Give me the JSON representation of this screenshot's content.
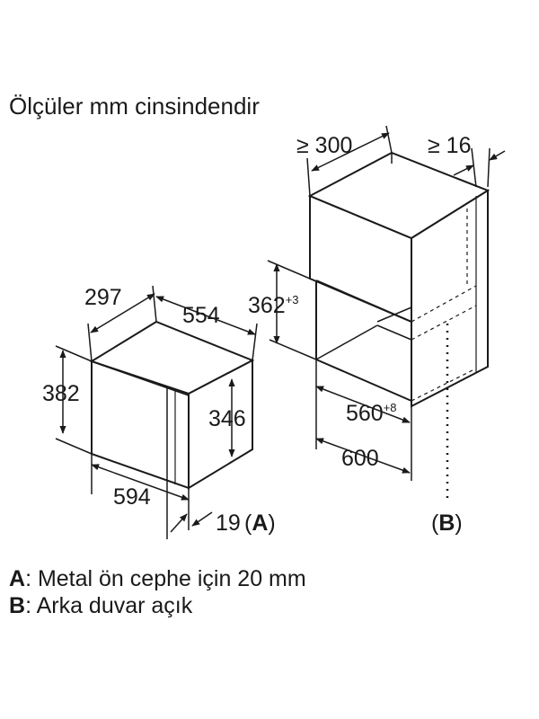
{
  "title": "Ölçüler mm cinsindendir",
  "dimensions": {
    "oven_depth": "297",
    "oven_width_top": "554",
    "oven_height": "382",
    "oven_inner_height": "346",
    "oven_width_bottom": "594",
    "oven_front": "19",
    "niche_depth": "≥ 300",
    "niche_gap": "≥ 16",
    "niche_height": "362",
    "niche_height_tol": "+3",
    "niche_width": "560",
    "niche_width_tol": "+8",
    "cabinet_width": "600"
  },
  "labels": {
    "a_open": "(",
    "a_letter": "A",
    "a_close": ")",
    "b_open": "(",
    "b_letter": "B",
    "b_close": ")"
  },
  "legend": [
    {
      "key": "A",
      "text": ": Metal ön cephe için 20 mm"
    },
    {
      "key": "B",
      "text": ": Arka duvar açık"
    }
  ]
}
